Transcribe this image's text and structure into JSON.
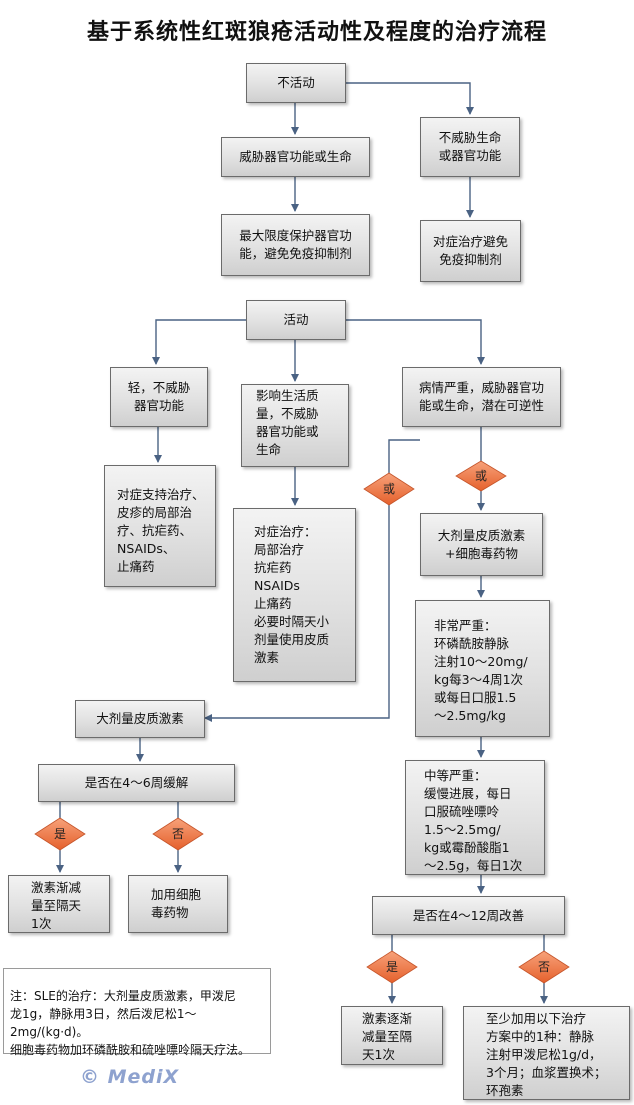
{
  "title": "基于系统性红斑狼疮活动性及程度的治疗流程",
  "nodes": {
    "inactive": "不活动",
    "threatening": "威胁器官功能或生命",
    "not_threatening": "不威胁生命\n或器官功能",
    "max_protect": "最大限度保护器官功\n能，避免免疫抑制剂",
    "symptomatic_avoid": "对症治疗避免\n免疫抑制剂",
    "active": "活动",
    "mild": "轻，不威胁\n器官功能",
    "quality_of_life": "影响生活质\n量，不威胁\n器官功能或\n生命",
    "severe": "病情严重，威胁器官功\n能或生命，潜在可逆性",
    "mild_treatment": "对症支持治疗、\n皮疹的局部治\n疗、抗疟药、\nNSAIDs、\n止痛药",
    "qol_treatment": "对症治疗：\n局部治疗\n抗疟药\nNSAIDs\n止痛药\n必要时隔天小\n剂量使用皮质\n激素",
    "high_dose_plus": "大剂量皮质激素\n+细胞毒药物",
    "very_severe": "非常严重：\n环磷酰胺静脉\n注射10～20mg/\nkg每3～4周1次\n或每日口服1.5\n～2.5mg/kg",
    "moderate": "中等严重：\n缓慢进展，每日\n口服硫唑嘌呤\n1.5～2.5mg/\nkg或霉酚酸脂1\n～2.5g，每日1次",
    "high_dose": "大剂量皮质激素",
    "remission_check": "是否在4～6周缓解",
    "taper": "激素渐减\n量至隔天\n1次",
    "add_cytotoxic": "加用细胞\n毒药物",
    "improve_check": "是否在4～12周改善",
    "taper2": "激素逐渐\n减量至隔\n天1次",
    "add_more": "至少加用以下治疗\n方案中的1种：静脉\n注射甲泼尼松1g/d，\n3个月；血浆置换术；\n环孢素"
  },
  "decisions": {
    "or_left": "或",
    "or_right": "或",
    "yes1": "是",
    "no1": "否",
    "yes2": "是",
    "no2": "否"
  },
  "note": "注：SLE的治疗：大剂量皮质激素，甲泼尼\n龙1g，静脉用3日，然后泼尼松1～2mg/(kg·d)。\n细胞毒药物加环磷酰胺和硫唑嘌呤隔天疗法。",
  "watermark": "© MediX",
  "colors": {
    "diamond": "#f07a4a",
    "arrow": "#4a6283",
    "box_border": "#6b6b6b"
  }
}
